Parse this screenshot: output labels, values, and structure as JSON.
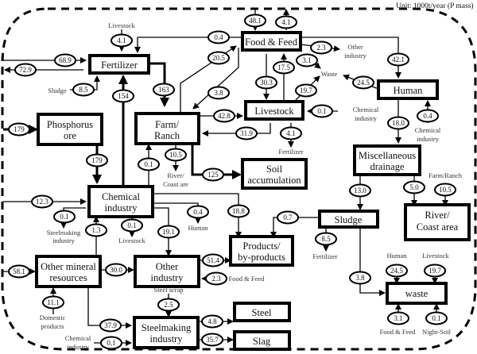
{
  "unit": "Unit: 1000t/year (P mass)",
  "nodes": {
    "fertilizer": "Fertilizer",
    "food_feed": "Food & Feed",
    "human": "Human",
    "phosphorus_ore": [
      "Phosphorus",
      "ore"
    ],
    "farm_ranch": [
      "Farm/",
      "Ranch"
    ],
    "livestock": "Livestock",
    "soil_accumulation": [
      "Soil",
      "accumulation"
    ],
    "misc_drainage": [
      "Miscellaneous",
      "drainage"
    ],
    "chemical_industry": [
      "Chemical",
      "industry"
    ],
    "river_coast": [
      "River/",
      "Coast area"
    ],
    "sludge": "Sludge",
    "products": [
      "Products/",
      "by-products"
    ],
    "other_mineral": [
      "Other mineral",
      "resources"
    ],
    "other_industry": [
      "Other",
      "industry"
    ],
    "waste": "waste",
    "steel": "Steel",
    "steelmaking": [
      "Steelmaking",
      "industry"
    ],
    "slag": "Slag"
  },
  "flows": {
    "import_fertilizer": "68.9",
    "export_fertilizer": "72.9",
    "livestock_to_fertilizer": "4.1",
    "sludge_to_fertilizer": "8.5",
    "food_to_fertilizer": "0.4",
    "import_food": "48.1",
    "export_food": "4.1",
    "farm_to_food": "20.5",
    "food_to_farm": "3.8",
    "fertilizer_to_farm": "163",
    "chem_to_fertilizer": "154",
    "food_to_other_industry": "2.3",
    "food_to_waste": "3.1",
    "food_to_livestock": "30.3",
    "livestock_to_food": "17.5",
    "livestock_to_waste": "19.7",
    "food_to_human": "42.1",
    "human_to_waste": "24.5",
    "farm_to_livestock": "42.8",
    "livestock_to_farm": "31.9",
    "chem_to_livestock": "0.1",
    "livestock_to_fertilizer_b": "4.1",
    "human_to_drainage": "18.0",
    "chem_to_human": "0.4",
    "import_ore": "179",
    "ore_to_chem": "179",
    "chem_to_farm": "0.1",
    "farm_to_river": "10.5",
    "farm_to_soil": "125",
    "import_chem": "12.3",
    "chem_to_steelmaking": "0.1",
    "chem_to_livestock_b": "0.1",
    "chem_to_human_b": "0.4",
    "chem_to_products": "18.8",
    "chem_to_other_industry": "19.1",
    "mineral_to_chem": "1.3",
    "drainage_to_sludge": "13.0",
    "drainage_to_river": "5.0",
    "farm_to_river_b": "10.5",
    "sludge_to_products": "0.7",
    "sludge_to_fertilizer_b": "8.5",
    "sludge_to_waste": "3.8",
    "import_mineral": "58.1",
    "mineral_to_other_industry": "30.0",
    "other_industry_to_products": "51.4",
    "food_to_other_industry_b": "2.3",
    "domestic_to_mineral": "11.1",
    "scrap_to_steelmaking": "2.5",
    "mineral_to_steelmaking": "37.9",
    "chem_to_steelmaking_b": "0.1",
    "steelmaking_to_steel": "4.8",
    "steelmaking_to_slag": "35.7",
    "human_to_waste_b": "24.5",
    "livestock_to_waste_b": "19.7",
    "food_to_waste_b": "3.1",
    "nightsoil_to_waste": "0.1"
  },
  "labels": {
    "livestock": "Livestock",
    "sludge": "Sludge",
    "other_industry": [
      "Other",
      "industry"
    ],
    "waste": "Waste",
    "chemical_industry": [
      "Chemical",
      "industry"
    ],
    "fertilizer": "Fertilizer",
    "river_coast": [
      "River/",
      "Coast are"
    ],
    "farm_ranch": "Farm/Ranch",
    "steelmaking_industry": [
      "Steelmaking",
      "industry"
    ],
    "human": "Human",
    "domestic_products": [
      "Domestic",
      "products"
    ],
    "steel_scrap": "Steel scrap",
    "food_feed": "Food & Feed",
    "night_soil": "Night-Soil"
  }
}
